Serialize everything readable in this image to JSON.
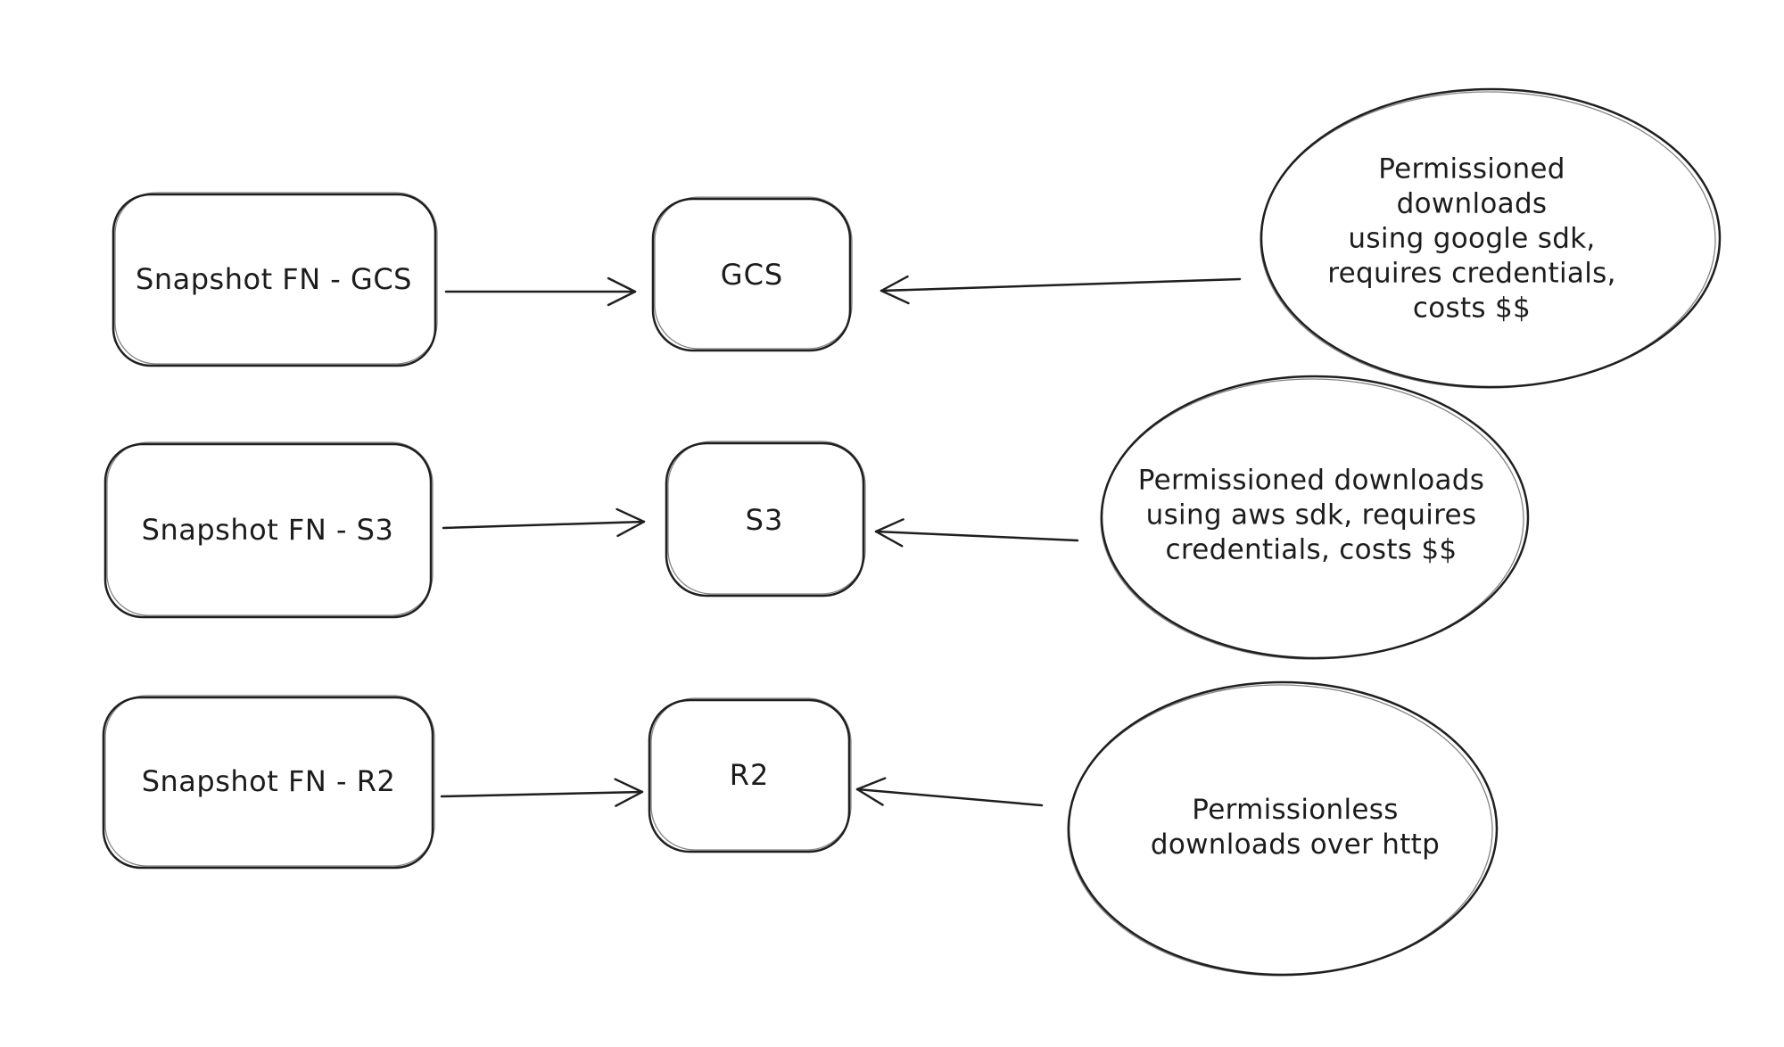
{
  "page": {
    "background_color": "#ffffff",
    "stroke_color": "#1f1f1f",
    "text_color": "#1c1c1c"
  },
  "diagram": {
    "rows": [
      {
        "source_label": "Snapshot FN - GCS",
        "target_label": "GCS",
        "note_lines": [
          "Permissioned downloads",
          "using google sdk,",
          "requires credentials,",
          "costs $$"
        ]
      },
      {
        "source_label": "Snapshot FN - S3",
        "target_label": "S3",
        "note_lines": [
          "Permissioned downloads",
          "using aws sdk, requires",
          "credentials, costs $$"
        ]
      },
      {
        "source_label": "Snapshot FN - R2",
        "target_label": "R2",
        "note_lines": [
          "Permissionless",
          "downloads over http"
        ]
      }
    ]
  }
}
